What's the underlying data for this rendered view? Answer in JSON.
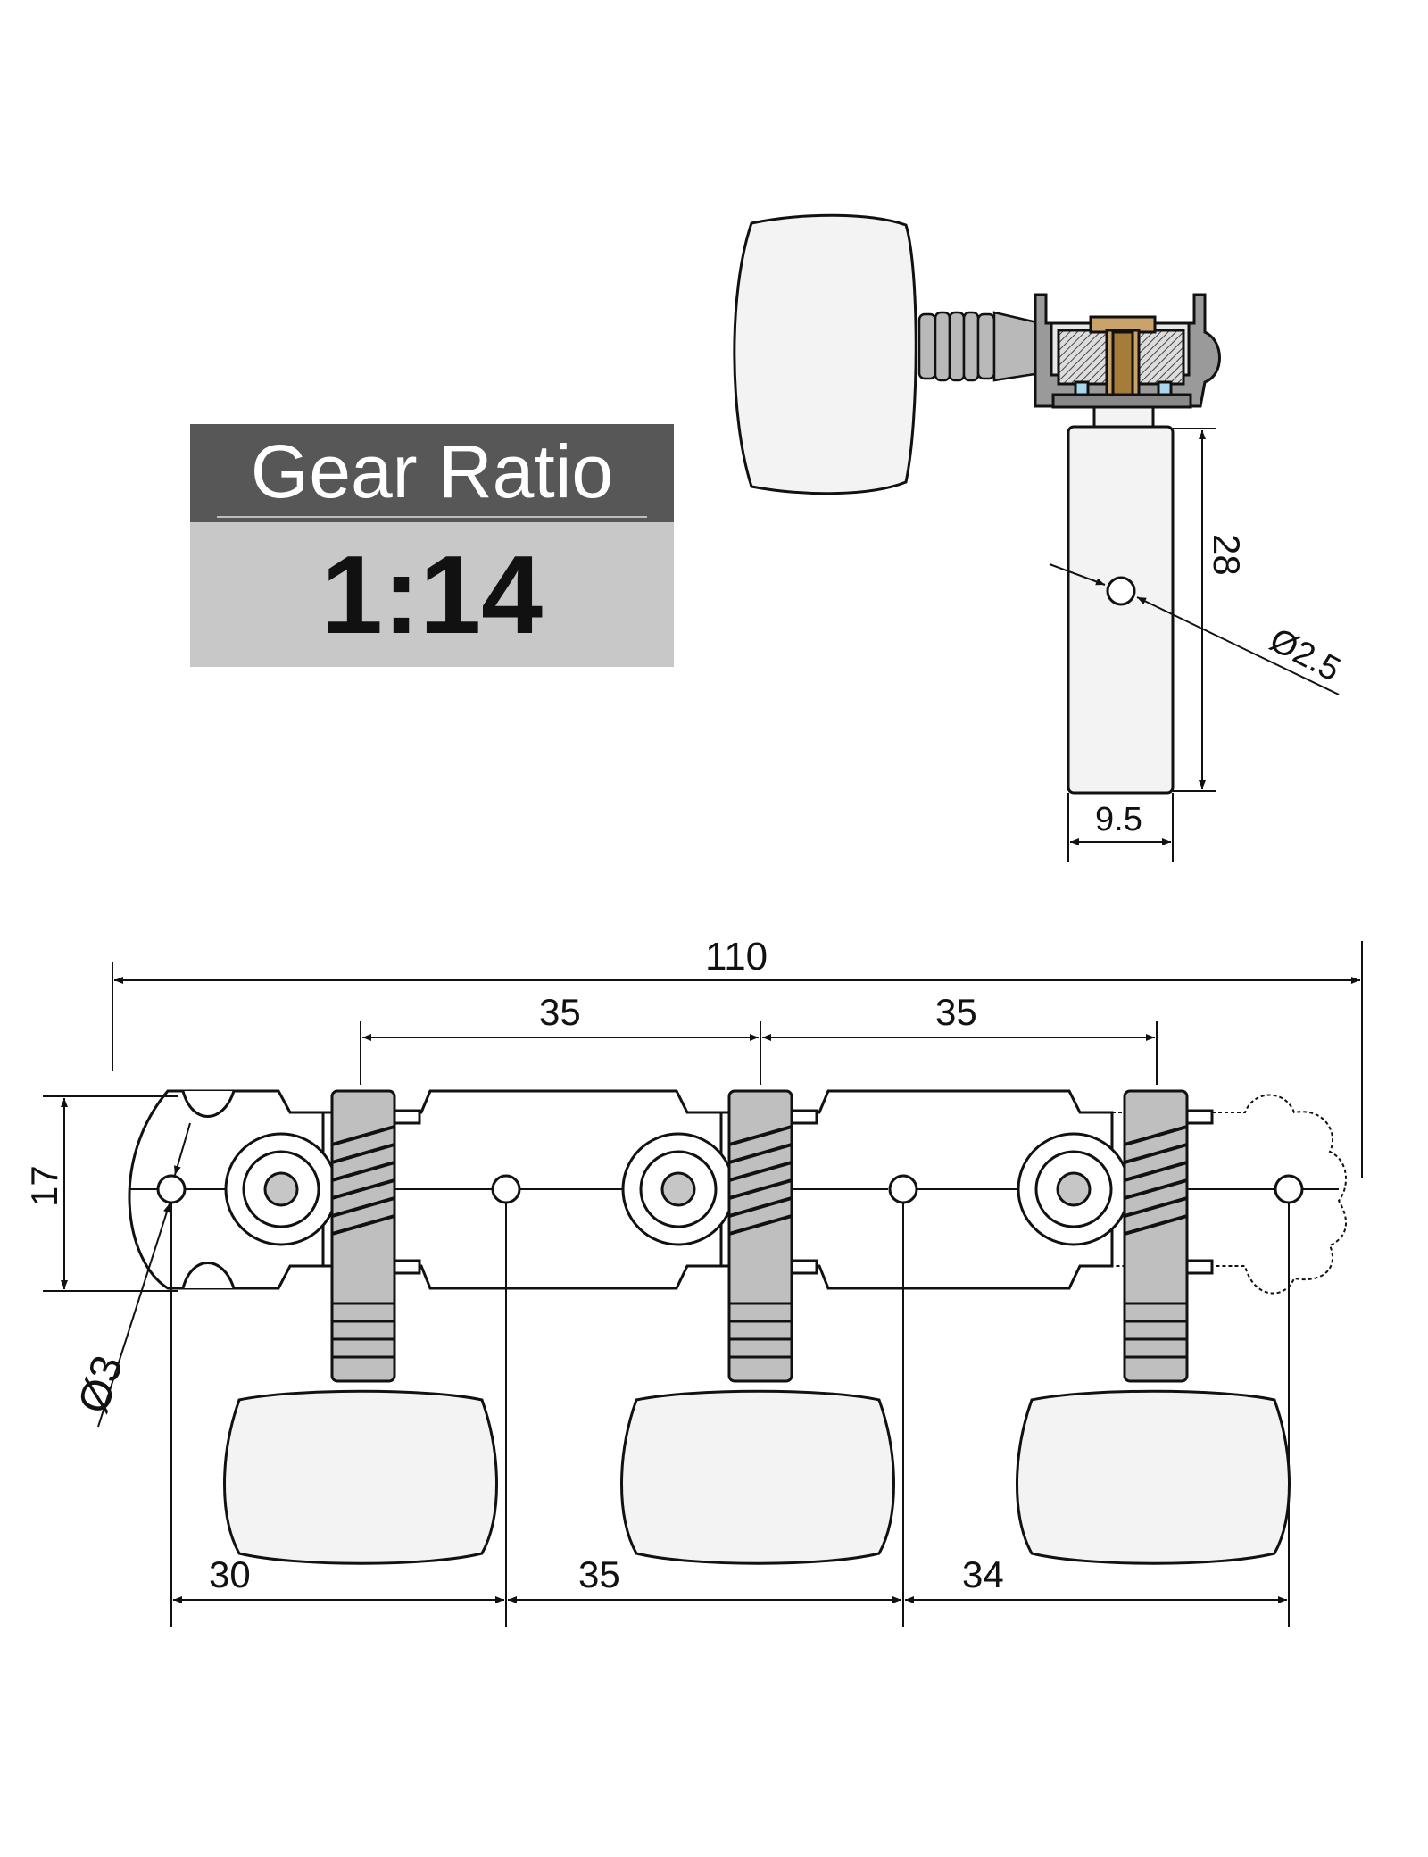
{
  "gear_ratio": {
    "label": "Gear Ratio",
    "value": "1:14"
  },
  "dims": {
    "post_length": "28",
    "hole_dia": "Ø2.5",
    "post_width": "9.5",
    "overall": "110",
    "top_left": "35",
    "top_right": "35",
    "plate_height": "17",
    "screw_dia": "Ø3",
    "bottom_a": "30",
    "bottom_b": "35",
    "bottom_c": "34"
  },
  "colors": {
    "ink": "#111111",
    "button": "#f3f3f3",
    "shaft": "#b9b9b9",
    "bushing": "#c9a36a",
    "washer": "#a9d8ee"
  }
}
